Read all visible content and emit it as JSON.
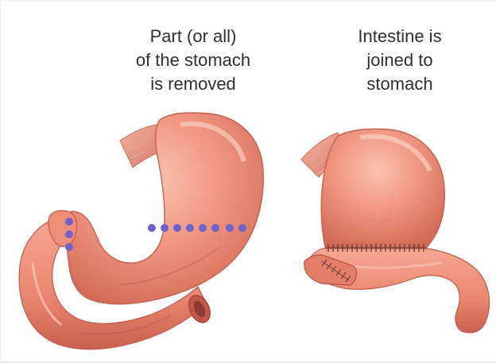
{
  "captions": {
    "left": [
      "Part (or all)",
      "of the stomach",
      "is removed"
    ],
    "right": [
      "Intestine is",
      "joined to",
      "stomach"
    ]
  },
  "colors": {
    "tissue": "#f08d78",
    "tissue_dark": "#c75b4b",
    "tissue_light": "#f8b7a4",
    "cut_line": "#6f63c9",
    "suture": "#6b3f3a",
    "caption": "#2f2f2f"
  },
  "figures": [
    {
      "name": "stomach-before-surgery",
      "marker": "dotted cut line"
    },
    {
      "name": "stomach-after-surgery",
      "marker": "sutured anastomosis"
    }
  ]
}
